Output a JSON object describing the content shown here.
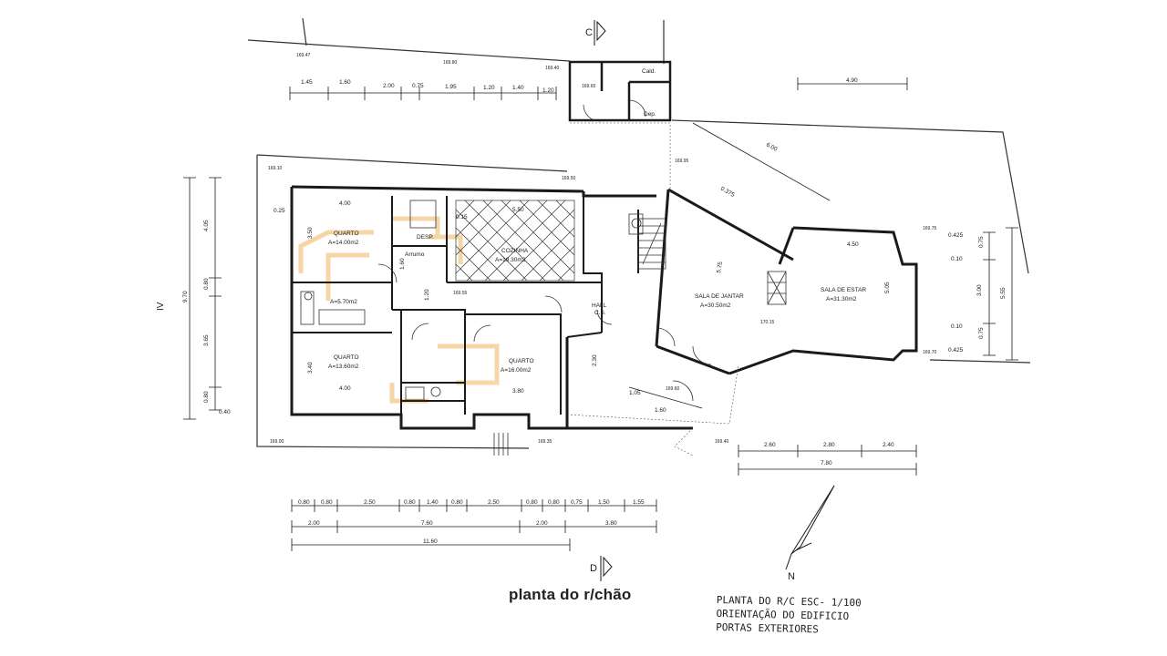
{
  "title": "planta do r/chão",
  "legend": [
    "PLANTA DO R/C      ESC- 1/100",
    "ORIENTAÇÃO DO EDIFICIO",
    "PORTAS EXTERIORES"
  ],
  "section_marks": {
    "top": "C",
    "bottom": "D"
  },
  "north_label": "N",
  "side_mark": "IV",
  "rooms": [
    {
      "id": "quarto1",
      "name": "QUARTO",
      "area": "A=14.00m2"
    },
    {
      "id": "cozinha",
      "name": "COZINHA",
      "area": "A=19.30m2"
    },
    {
      "id": "arrumo",
      "name": "Arrumo",
      "area": ""
    },
    {
      "id": "wc",
      "name": "",
      "area": "A=5.70m2"
    },
    {
      "id": "quarto2",
      "name": "QUARTO",
      "area": "A=13.60m2"
    },
    {
      "id": "quarto3",
      "name": "QUARTO",
      "area": "A=16.00m2"
    },
    {
      "id": "hall",
      "name": "HALL",
      "area": "C.S."
    },
    {
      "id": "jantar",
      "name": "SALA DE JANTAR",
      "area": "A=30.50m2"
    },
    {
      "id": "estar",
      "name": "SALA DE ESTAR",
      "area": "A=31.30m2"
    },
    {
      "id": "cald",
      "name": "Cald.",
      "area": ""
    },
    {
      "id": "dep",
      "name": "Dep.",
      "area": ""
    },
    {
      "id": "desp",
      "name": "DESP.",
      "area": ""
    }
  ],
  "dims_top": [
    "1.45",
    "1.60",
    "2.00",
    "0.75",
    "1.95",
    "1.20",
    "1.40",
    "1.20"
  ],
  "dims_bottom_row1": [
    "0.80",
    "0.80",
    "2.50",
    "0.80",
    "1.40",
    "0.80",
    "2.50",
    "0.80",
    "0.80",
    "0.75",
    "1.50",
    "1.55"
  ],
  "dims_bottom_row2": [
    "2.00",
    "7.60",
    "2.00",
    "3.80"
  ],
  "dims_bottom_total": "11.60",
  "dims_left": [
    "4.05",
    "0.80",
    "3.65",
    "0.80",
    "9.70"
  ],
  "dims_right_bottom": [
    "2.60",
    "2.80",
    "2.40",
    "7.80"
  ],
  "dims_right": [
    "0.425",
    "0.10",
    "3.00",
    "0.10",
    "0.425",
    "0.75",
    "5.55",
    "0.75"
  ],
  "dims_misc": [
    "4.90",
    "6.00",
    "4.50",
    "5.05",
    "4.00",
    "3.50",
    "3.40",
    "4.00",
    "3.80",
    "5.50",
    "5.75",
    "2.30",
    "1.05",
    "1.60",
    "0.25",
    "0.15",
    "0.375",
    "0.40",
    "1.20",
    "1.60"
  ],
  "levels": [
    "169.47",
    "169.80",
    "169.40",
    "169.65",
    "169.50",
    "169.10",
    "169.00",
    "169.35",
    "169.40",
    "169.75",
    "169.70",
    "169.60",
    "169.55",
    "170.15",
    "169.95"
  ]
}
